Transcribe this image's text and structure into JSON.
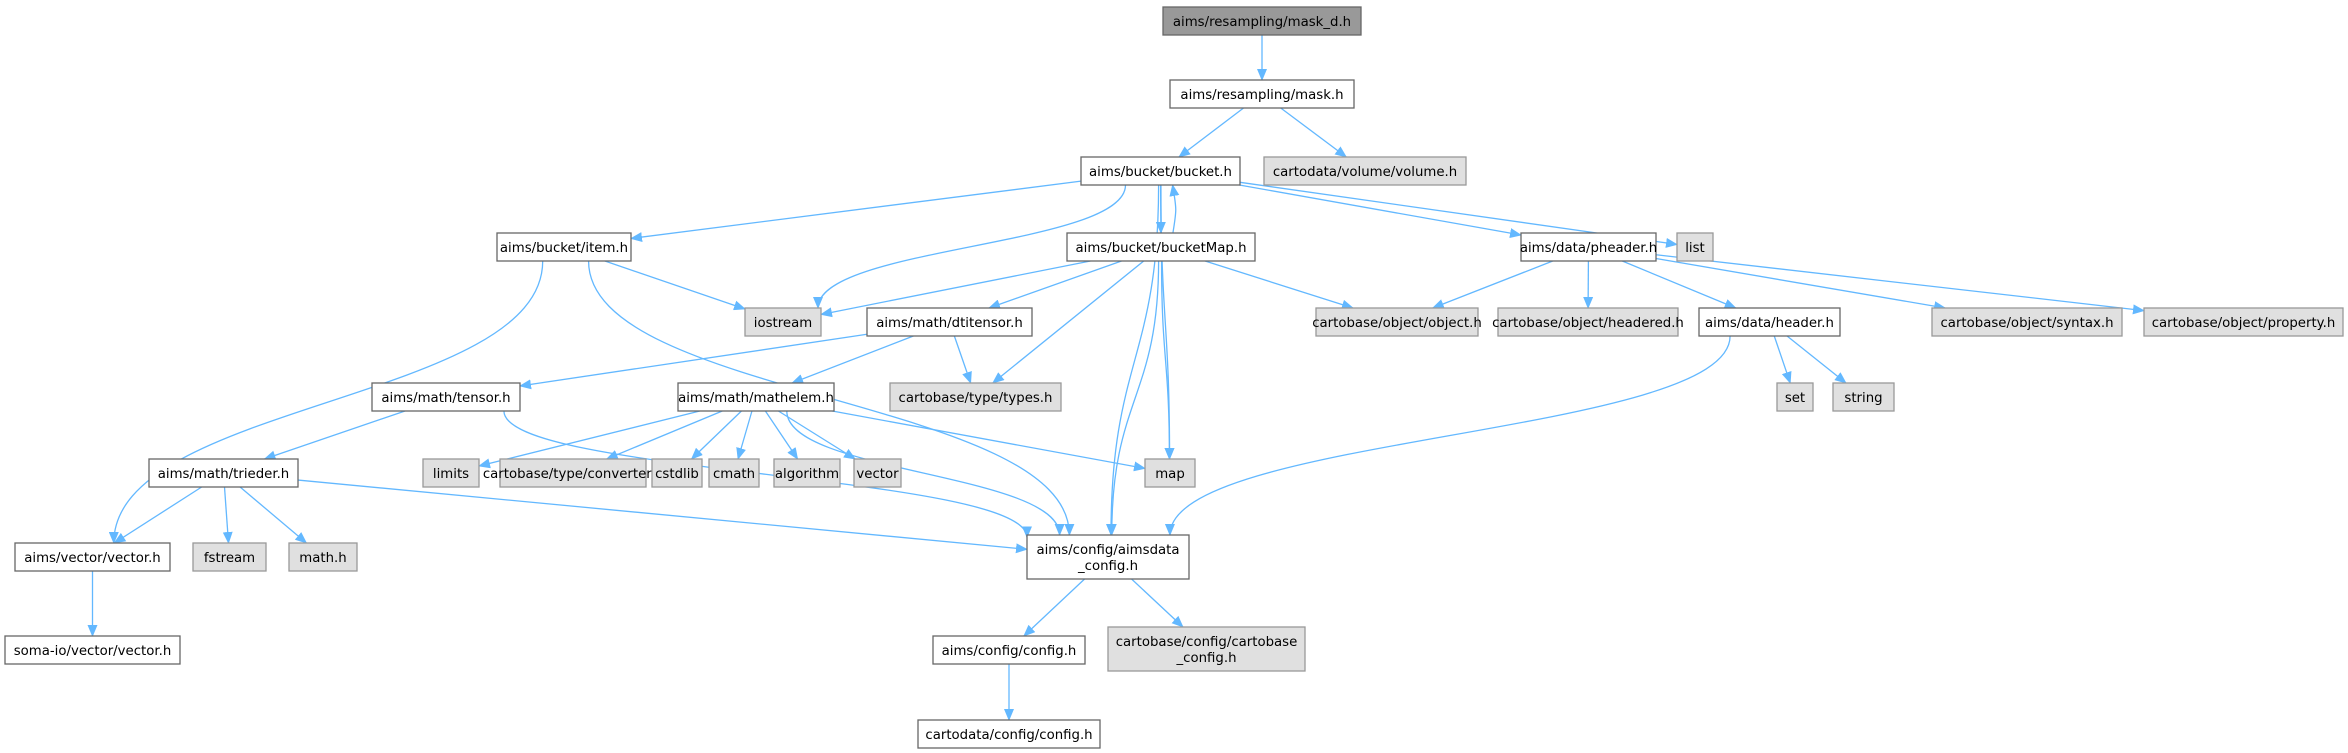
{
  "colors": {
    "edge": "#63b8ff",
    "node_fill": "#ffffff",
    "node_stroke": "#666666",
    "external_fill": "#e0e0e0",
    "external_stroke": "#999999",
    "root_fill": "#999999",
    "root_stroke": "#666666"
  },
  "nodes": [
    {
      "id": "mask_d",
      "label": [
        "aims/resampling/mask_d.h"
      ],
      "kind": "root"
    },
    {
      "id": "mask",
      "label": [
        "aims/resampling/mask.h"
      ],
      "kind": "internal"
    },
    {
      "id": "bucket",
      "label": [
        "aims/bucket/bucket.h"
      ],
      "kind": "internal"
    },
    {
      "id": "volume",
      "label": [
        "cartodata/volume/volume.h"
      ],
      "kind": "external"
    },
    {
      "id": "item",
      "label": [
        "aims/bucket/item.h"
      ],
      "kind": "internal"
    },
    {
      "id": "bucketMap",
      "label": [
        "aims/bucket/bucketMap.h"
      ],
      "kind": "internal"
    },
    {
      "id": "pheader",
      "label": [
        "aims/data/pheader.h"
      ],
      "kind": "internal"
    },
    {
      "id": "list",
      "label": [
        "list"
      ],
      "kind": "external"
    },
    {
      "id": "iostream",
      "label": [
        "iostream"
      ],
      "kind": "external"
    },
    {
      "id": "dtitensor",
      "label": [
        "aims/math/dtitensor.h"
      ],
      "kind": "internal"
    },
    {
      "id": "object",
      "label": [
        "cartobase/object/object.h"
      ],
      "kind": "external"
    },
    {
      "id": "headered",
      "label": [
        "cartobase/object/headered.h"
      ],
      "kind": "external"
    },
    {
      "id": "header",
      "label": [
        "aims/data/header.h"
      ],
      "kind": "internal"
    },
    {
      "id": "syntax",
      "label": [
        "cartobase/object/syntax.h"
      ],
      "kind": "external"
    },
    {
      "id": "property",
      "label": [
        "cartobase/object/property.h"
      ],
      "kind": "external"
    },
    {
      "id": "tensor",
      "label": [
        "aims/math/tensor.h"
      ],
      "kind": "internal"
    },
    {
      "id": "mathelem",
      "label": [
        "aims/math/mathelem.h"
      ],
      "kind": "internal"
    },
    {
      "id": "types",
      "label": [
        "cartobase/type/types.h"
      ],
      "kind": "external"
    },
    {
      "id": "set",
      "label": [
        "set"
      ],
      "kind": "external"
    },
    {
      "id": "string",
      "label": [
        "string"
      ],
      "kind": "external"
    },
    {
      "id": "trieder",
      "label": [
        "aims/math/trieder.h"
      ],
      "kind": "internal"
    },
    {
      "id": "limits",
      "label": [
        "limits"
      ],
      "kind": "external"
    },
    {
      "id": "converter",
      "label": [
        "cartobase/type/converter.h"
      ],
      "kind": "external"
    },
    {
      "id": "cstdlib",
      "label": [
        "cstdlib"
      ],
      "kind": "external"
    },
    {
      "id": "cmath",
      "label": [
        "cmath"
      ],
      "kind": "external"
    },
    {
      "id": "algorithm",
      "label": [
        "algorithm"
      ],
      "kind": "external"
    },
    {
      "id": "vector",
      "label": [
        "vector"
      ],
      "kind": "external"
    },
    {
      "id": "map",
      "label": [
        "map"
      ],
      "kind": "external"
    },
    {
      "id": "aimsvector",
      "label": [
        "aims/vector/vector.h"
      ],
      "kind": "internal"
    },
    {
      "id": "fstream",
      "label": [
        "fstream"
      ],
      "kind": "external"
    },
    {
      "id": "mathh",
      "label": [
        "math.h"
      ],
      "kind": "external"
    },
    {
      "id": "aimsdata_config",
      "label": [
        "aims/config/aimsdata",
        "_config.h"
      ],
      "kind": "internal"
    },
    {
      "id": "somavector",
      "label": [
        "soma-io/vector/vector.h"
      ],
      "kind": "internal"
    },
    {
      "id": "aimsconfig",
      "label": [
        "aims/config/config.h"
      ],
      "kind": "internal"
    },
    {
      "id": "cartobase_config",
      "label": [
        "cartobase/config/cartobase",
        "_config.h"
      ],
      "kind": "external"
    },
    {
      "id": "cartodataconfig",
      "label": [
        "cartodata/config/config.h"
      ],
      "kind": "internal"
    }
  ],
  "edges": [
    [
      "mask_d",
      "mask"
    ],
    [
      "mask",
      "bucket"
    ],
    [
      "mask",
      "volume"
    ],
    [
      "bucket",
      "item"
    ],
    [
      "bucket",
      "bucketMap"
    ],
    [
      "bucket",
      "pheader"
    ],
    [
      "bucket",
      "list"
    ],
    [
      "bucket",
      "iostream"
    ],
    [
      "bucket",
      "map"
    ],
    [
      "bucket",
      "aimsdata_config"
    ],
    [
      "bucketMap",
      "bucket"
    ],
    [
      "bucketMap",
      "iostream"
    ],
    [
      "bucketMap",
      "dtitensor"
    ],
    [
      "bucketMap",
      "object"
    ],
    [
      "bucketMap",
      "types"
    ],
    [
      "bucketMap",
      "map"
    ],
    [
      "bucketMap",
      "aimsdata_config"
    ],
    [
      "item",
      "iostream"
    ],
    [
      "item",
      "aimsvector"
    ],
    [
      "item",
      "aimsdata_config"
    ],
    [
      "pheader",
      "object"
    ],
    [
      "pheader",
      "headered"
    ],
    [
      "pheader",
      "header"
    ],
    [
      "pheader",
      "syntax"
    ],
    [
      "pheader",
      "property"
    ],
    [
      "header",
      "set"
    ],
    [
      "header",
      "string"
    ],
    [
      "header",
      "aimsdata_config"
    ],
    [
      "dtitensor",
      "tensor"
    ],
    [
      "dtitensor",
      "mathelem"
    ],
    [
      "dtitensor",
      "types"
    ],
    [
      "tensor",
      "trieder"
    ],
    [
      "tensor",
      "aimsdata_config"
    ],
    [
      "mathelem",
      "limits"
    ],
    [
      "mathelem",
      "converter"
    ],
    [
      "mathelem",
      "cstdlib"
    ],
    [
      "mathelem",
      "cmath"
    ],
    [
      "mathelem",
      "algorithm"
    ],
    [
      "mathelem",
      "vector"
    ],
    [
      "mathelem",
      "map"
    ],
    [
      "mathelem",
      "aimsdata_config"
    ],
    [
      "trieder",
      "aimsvector"
    ],
    [
      "trieder",
      "fstream"
    ],
    [
      "trieder",
      "mathh"
    ],
    [
      "trieder",
      "aimsdata_config"
    ],
    [
      "aimsvector",
      "somavector"
    ],
    [
      "aimsdata_config",
      "aimsconfig"
    ],
    [
      "aimsdata_config",
      "cartobase_config"
    ],
    [
      "aimsconfig",
      "cartodataconfig"
    ]
  ]
}
